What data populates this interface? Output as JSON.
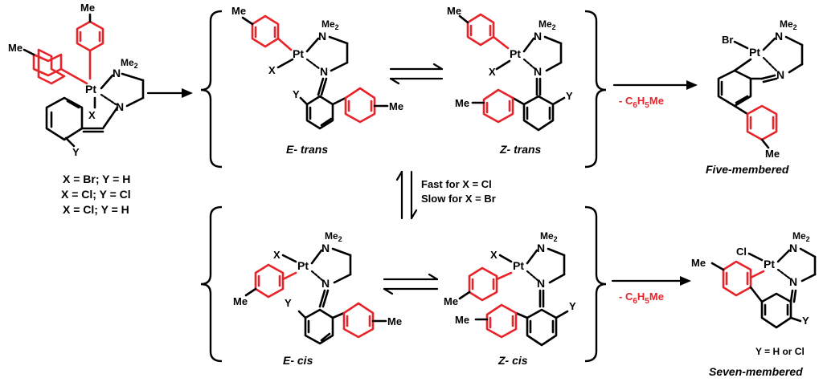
{
  "atoms": {
    "pt": "Pt",
    "n": "N",
    "me2": "Me",
    "me2_sub": "2",
    "me": "Me",
    "x": "X",
    "y": "Y",
    "br": "Br",
    "cl": "Cl"
  },
  "start_conditions": [
    "X = Br; Y = H",
    "X = Cl; Y = Cl",
    "X = Cl; Y = H"
  ],
  "isomers": {
    "e_trans": "E- trans",
    "z_trans": "Z- trans",
    "e_cis": "E- cis",
    "z_cis": "Z- cis"
  },
  "equilibrium_notes": [
    "Fast for X = Cl",
    "Slow for X = Br"
  ],
  "elimination": {
    "prefix": "- C",
    "sub1": "6",
    "mid": "H",
    "sub2": "5",
    "suffix": "Me"
  },
  "products": {
    "five": "Five-membered",
    "seven": "Seven-membered",
    "seven_condition": "Y = H or Cl"
  },
  "colors": {
    "fragment_red": "#e8232a",
    "bond_black": "#000000"
  }
}
